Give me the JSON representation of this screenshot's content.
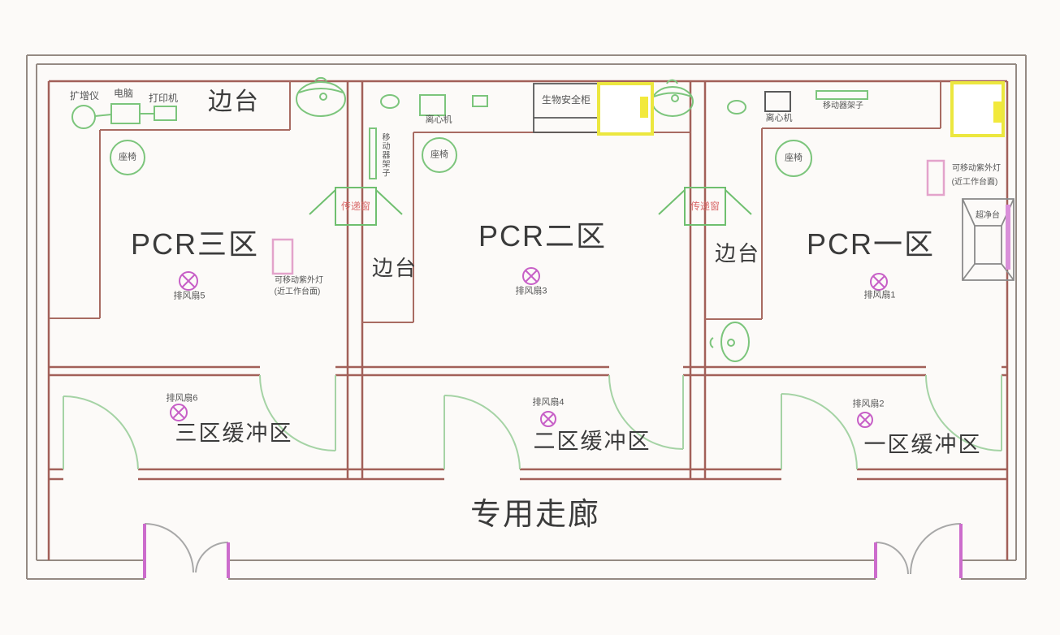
{
  "diagram_type": "PCR laboratory floor plan",
  "rooms": {
    "pcr3": {
      "title": "PCR三区",
      "bench_label": "边台",
      "fan_label": "排风扇5",
      "chair_label": "座椅",
      "amplifier_label": "扩增仪",
      "computer_label": "电脑",
      "printer_label": "打印机",
      "uv_lamp_line1": "可移动紫外灯",
      "uv_lamp_line2": "(近工作台面)"
    },
    "pcr2": {
      "title": "PCR二区",
      "bench_label": "边台",
      "fan_label": "排风扇3",
      "chair_label": "座椅",
      "centrifuge_label": "离心机",
      "biosafety_label": "生物安全柜",
      "rack_label": "移动器架子"
    },
    "pcr1": {
      "title": "PCR一区",
      "bench_label": "边台",
      "fan_label": "排风扇1",
      "chair_label": "座椅",
      "centrifuge_label": "离心机",
      "rack_label": "移动器架子",
      "uv_lamp_line1": "可移动紫外灯",
      "uv_lamp_line2": "(近工作台面)",
      "clean_bench_label": "超净台"
    },
    "buffer3": {
      "title": "三区缓冲区",
      "fan_label": "排风扇6"
    },
    "buffer2": {
      "title": "二区缓冲区",
      "fan_label": "排风扇4"
    },
    "buffer1": {
      "title": "一区缓冲区",
      "fan_label": "排风扇2"
    },
    "corridor": {
      "title": "专用走廊"
    }
  },
  "pass_windows": {
    "between_zone3_zone2": "传递窗",
    "between_zone2_zone1": "传递窗"
  },
  "colors": {
    "wall": "#a26059",
    "outer_wall": "#958a83",
    "equipment_green": "#7cc57c",
    "fan_magenta": "#c75fc7",
    "door_green": "#a5d3a5",
    "door_post_magenta": "#cc6ccc",
    "pass_window_text": "#d96a6a",
    "highlight_yellow": "#ece73f",
    "uv_pink": "#e3a3cb"
  }
}
